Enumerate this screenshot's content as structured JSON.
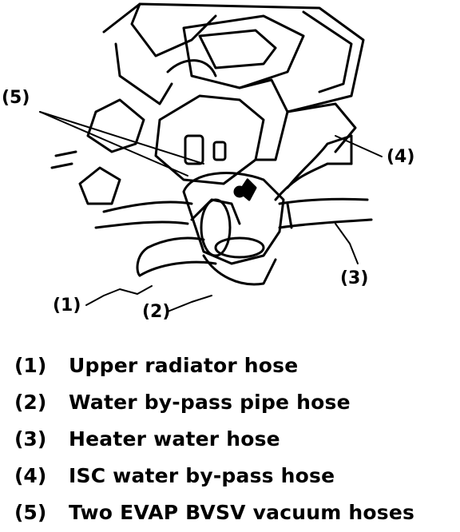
{
  "callouts": {
    "c5": "(5)",
    "c4": "(4)",
    "c3": "(3)",
    "c1": "(1)",
    "c2": "(2)"
  },
  "legend": [
    {
      "num": "(1)",
      "text": "Upper radiator hose"
    },
    {
      "num": "(2)",
      "text": "Water by-pass pipe hose"
    },
    {
      "num": "(3)",
      "text": "Heater water hose"
    },
    {
      "num": "(4)",
      "text": "ISC water by-pass hose"
    },
    {
      "num": "(5)",
      "text": "Two EVAP BVSV vacuum hoses"
    }
  ]
}
